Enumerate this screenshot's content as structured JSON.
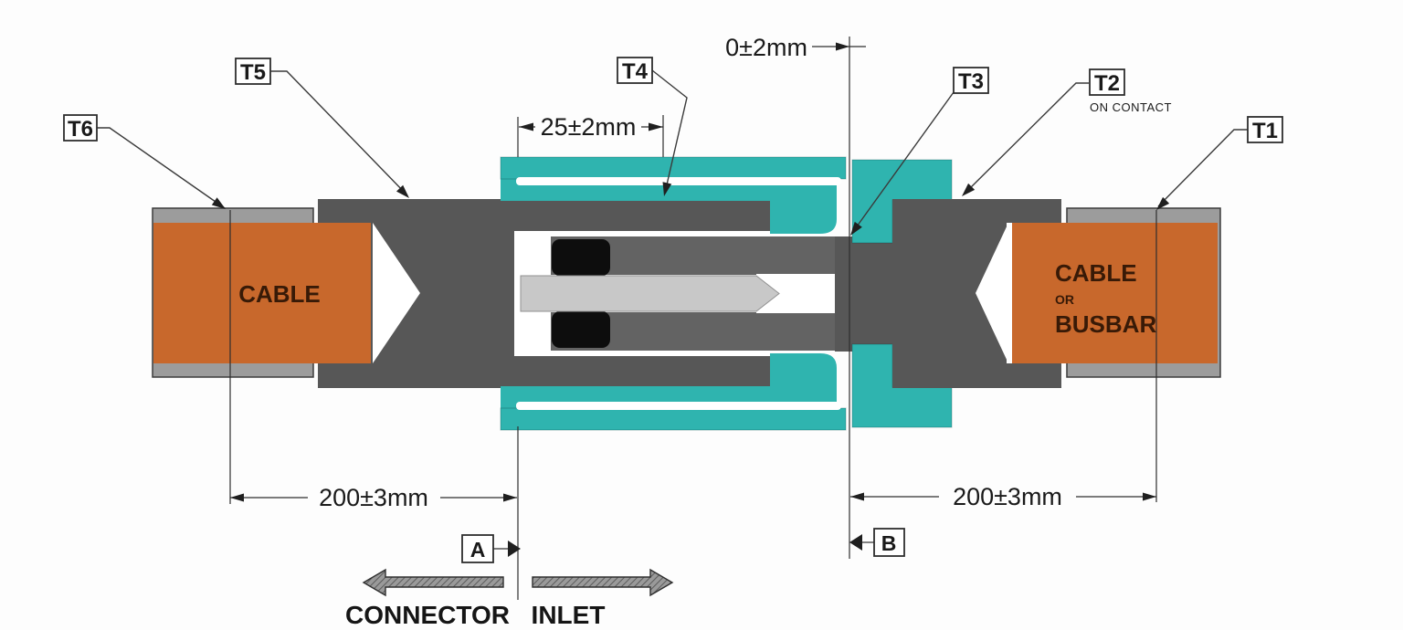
{
  "title": "Connector and inlet temperature measurement cross-section",
  "labels": {
    "t1": "T1",
    "t2": "T2",
    "t2_note": "ON CONTACT",
    "t3": "T3",
    "t4": "T4",
    "t5": "T5",
    "t6": "T6"
  },
  "dimensions": {
    "contact_gap": "0±2mm",
    "inlet_depth": "25±2mm",
    "left_cable_length": "200±3mm",
    "right_cable_length": "200±3mm"
  },
  "cables": {
    "left_label": "CABLE",
    "right_line1": "CABLE",
    "right_line2": "OR",
    "right_line3": "BUSBAR"
  },
  "datums": {
    "a": "A",
    "b": "B"
  },
  "directions": {
    "connector": "CONNECTOR",
    "inlet": "INLET"
  },
  "colors": {
    "inlet_teal": "#2fb4af",
    "connector_gray": "#575757",
    "contact_sleeve_gray": "#636363",
    "cable_orange": "#c8682c",
    "sheath_gray": "#9c9c9c",
    "pin_gray": "#c8c8c8",
    "seal_black": "#0d0d0d",
    "line_dark": "#2e2e2e"
  }
}
